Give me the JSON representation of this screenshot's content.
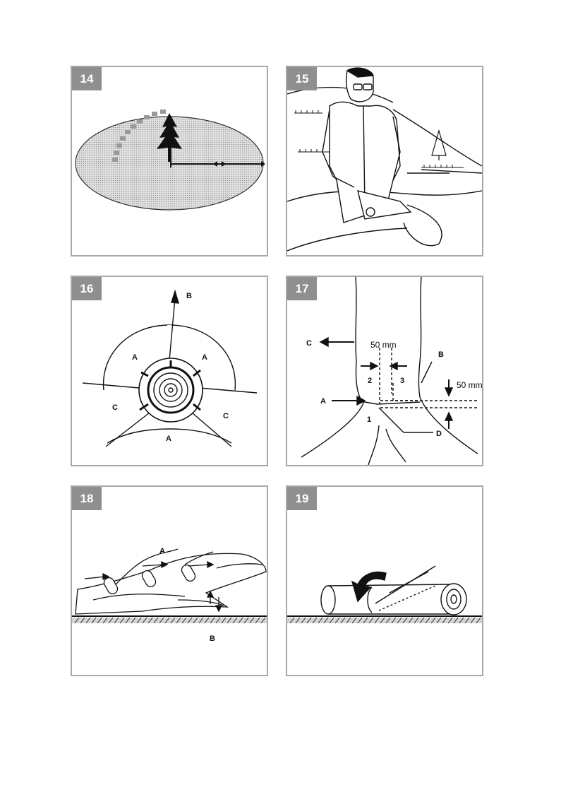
{
  "panels": [
    {
      "number": "14"
    },
    {
      "number": "15"
    },
    {
      "number": "16",
      "labels": {
        "b": "B",
        "a1": "A",
        "a2": "A",
        "a3": "A",
        "c1": "C",
        "c2": "C"
      }
    },
    {
      "number": "17",
      "labels": {
        "c": "C",
        "mm_top": "50 mm",
        "b": "B",
        "mm_side": "50 mm",
        "n2": "2",
        "n3": "3",
        "a": "A",
        "n1": "1",
        "d": "D"
      }
    },
    {
      "number": "18",
      "labels": {
        "a": "A",
        "b": "B"
      }
    },
    {
      "number": "19"
    }
  ],
  "colors": {
    "frame": "#a8a8a8",
    "badge": "#8f8f8f",
    "ground": "#d4d4d4"
  }
}
